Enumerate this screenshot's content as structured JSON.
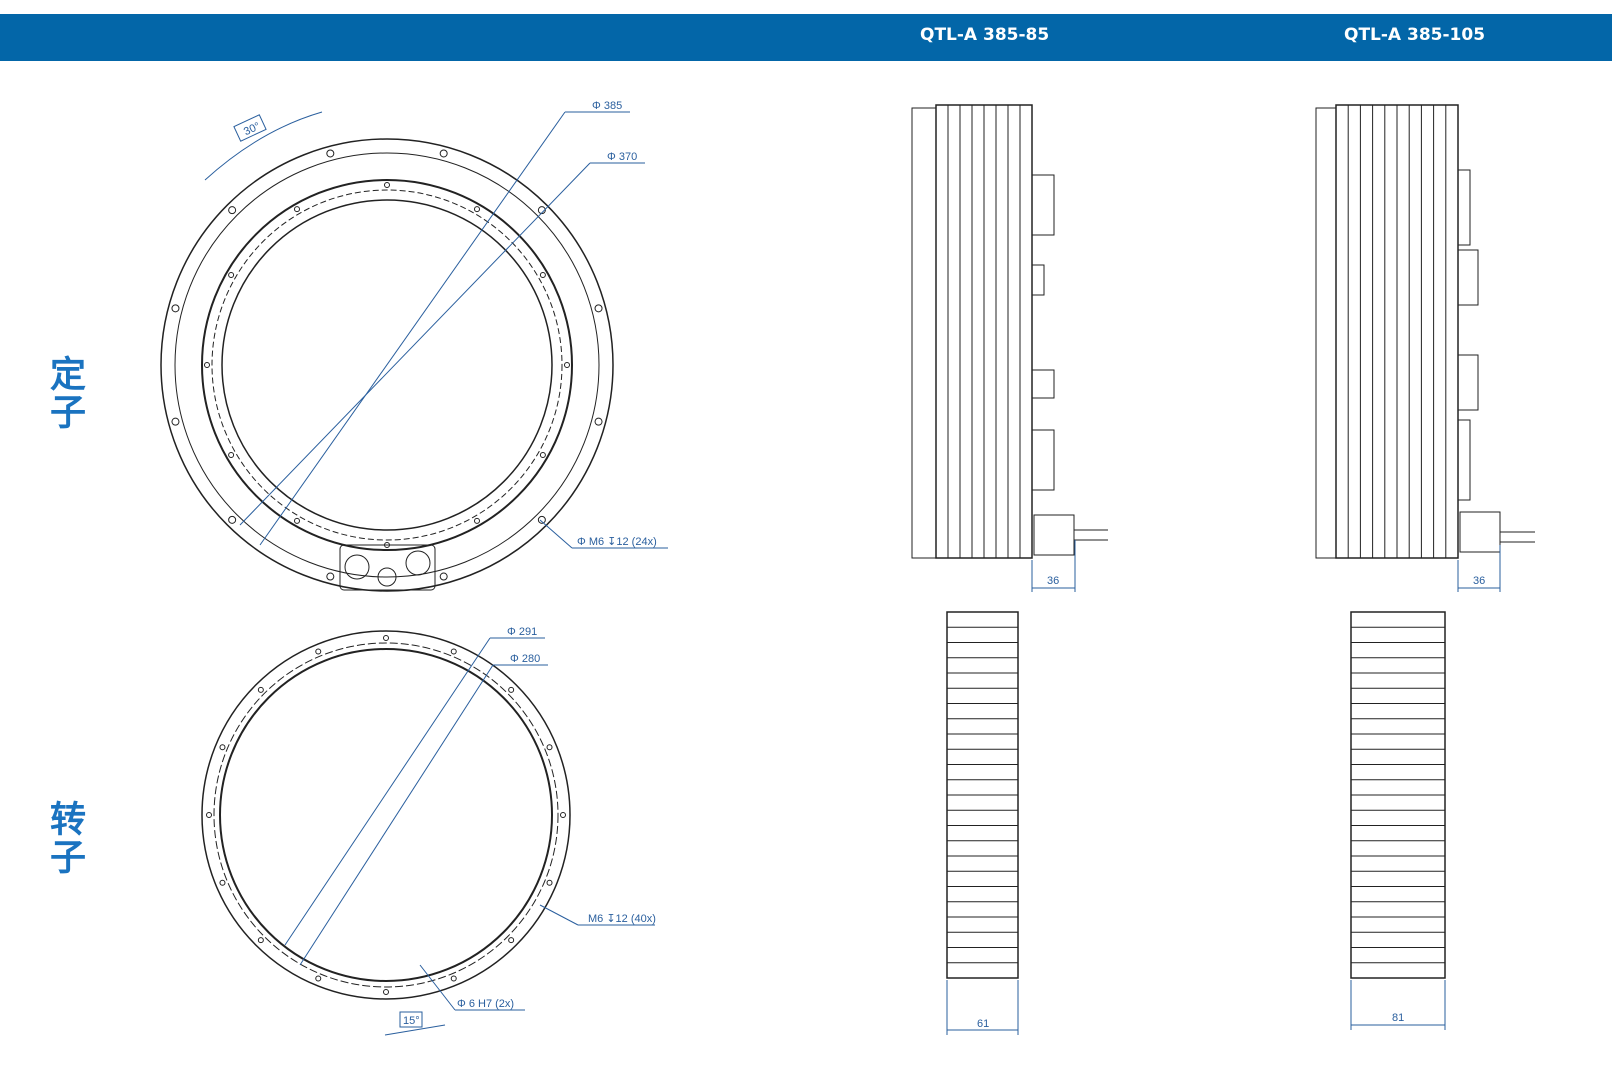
{
  "header": {
    "models": [
      "QTL-A 385-85",
      "QTL-A 385-105"
    ]
  },
  "sections": {
    "stator": "定子",
    "rotor": "转子"
  },
  "stator_dims": {
    "angle": "30°",
    "outer_dia": "Φ 385",
    "inner_dia": "Φ 370",
    "thread": "Φ  M6 ↧12 (24x)"
  },
  "rotor_dims": {
    "outer_dia": "Φ 291",
    "inner_dia": "Φ 280",
    "thread": "M6 ↧12 (40x)",
    "pin": "Φ 6 H7 (2x)",
    "angle": "15°"
  },
  "side_dims": {
    "stator_85": "36",
    "stator_105": "36",
    "rotor_85": "61",
    "rotor_105": "81"
  },
  "colors": {
    "header": "#0366a8",
    "label": "#1a73c0",
    "dimension": "#2a5f9e"
  }
}
